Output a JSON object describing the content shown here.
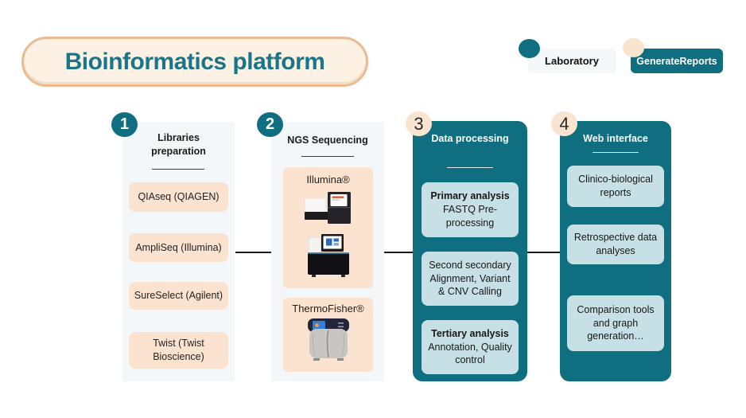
{
  "title": "Bioinformatics platform",
  "legend": {
    "laboratory_label": "Laboratory",
    "generate_reports_label": "GenerateReports"
  },
  "columns": {
    "c1": {
      "number": "1",
      "header": "Libraries preparation",
      "items": [
        "QIAseq (QIAGEN)",
        "AmpliSeq (Illumina)",
        "SureSelect (Agilent)",
        "Twist (Twist Bioscience)"
      ]
    },
    "c2": {
      "number": "2",
      "header": "NGS Sequencing",
      "vendors": [
        "Illumina®",
        "ThermoFisher®"
      ]
    },
    "c3": {
      "number": "3",
      "header": "Data processing",
      "items": [
        {
          "title": "Primary analysis",
          "detail": "FASTQ Pre-processing"
        },
        {
          "title": "",
          "detail": "Second secondary Alignment, Variant & CNV Calling"
        },
        {
          "title": "Tertiary analysis",
          "detail": "Annotation, Quality control"
        }
      ]
    },
    "c4": {
      "number": "4",
      "header": "Web interface",
      "items": [
        "Clinico-biological reports",
        "Retrospective data analyses",
        "Comparison tools and graph generation…"
      ]
    }
  },
  "colors": {
    "teal": "#0f6e80",
    "title_text": "#1a7588",
    "cream_dot": "#f9e4d0",
    "pill_fill": "#fcf1e2",
    "pill_border": "#ecba92",
    "peach_box": "#fbe3cf",
    "light_panel": "#f3f7fa",
    "light_blue_box": "#c7e0e6",
    "connector": "#1a1a1a"
  }
}
